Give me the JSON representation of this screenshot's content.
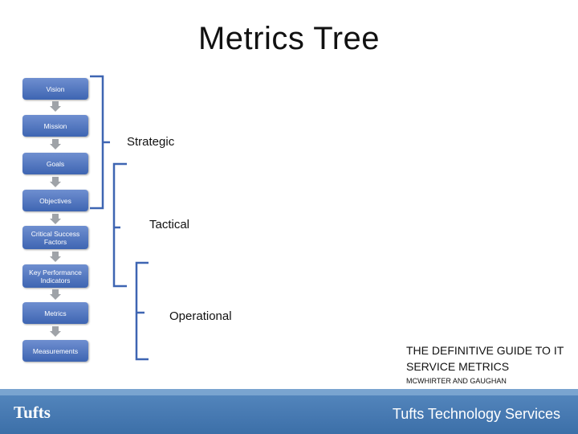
{
  "title": "Metrics Tree",
  "boxes": [
    "Vision",
    "Mission",
    "Goals",
    "Objectives",
    "Critical Success Factors",
    "Key Performance Indicators",
    "Metrics",
    "Measurements"
  ],
  "labels": {
    "strategic": "Strategic",
    "tactical": "Tactical",
    "operational": "Operational"
  },
  "reference": {
    "book": "THE DEFINITIVE GUIDE TO IT SERVICE METRICS",
    "authors": "MCWHIRTER AND GAUGHAN"
  },
  "footer": {
    "logo": "Tufts",
    "organization": "Tufts Technology Services"
  },
  "colors": {
    "box": "#4a6fbd",
    "arrow": "#9fa3a8",
    "bracket": "#3e65b2",
    "footer": "#4a7db5"
  }
}
